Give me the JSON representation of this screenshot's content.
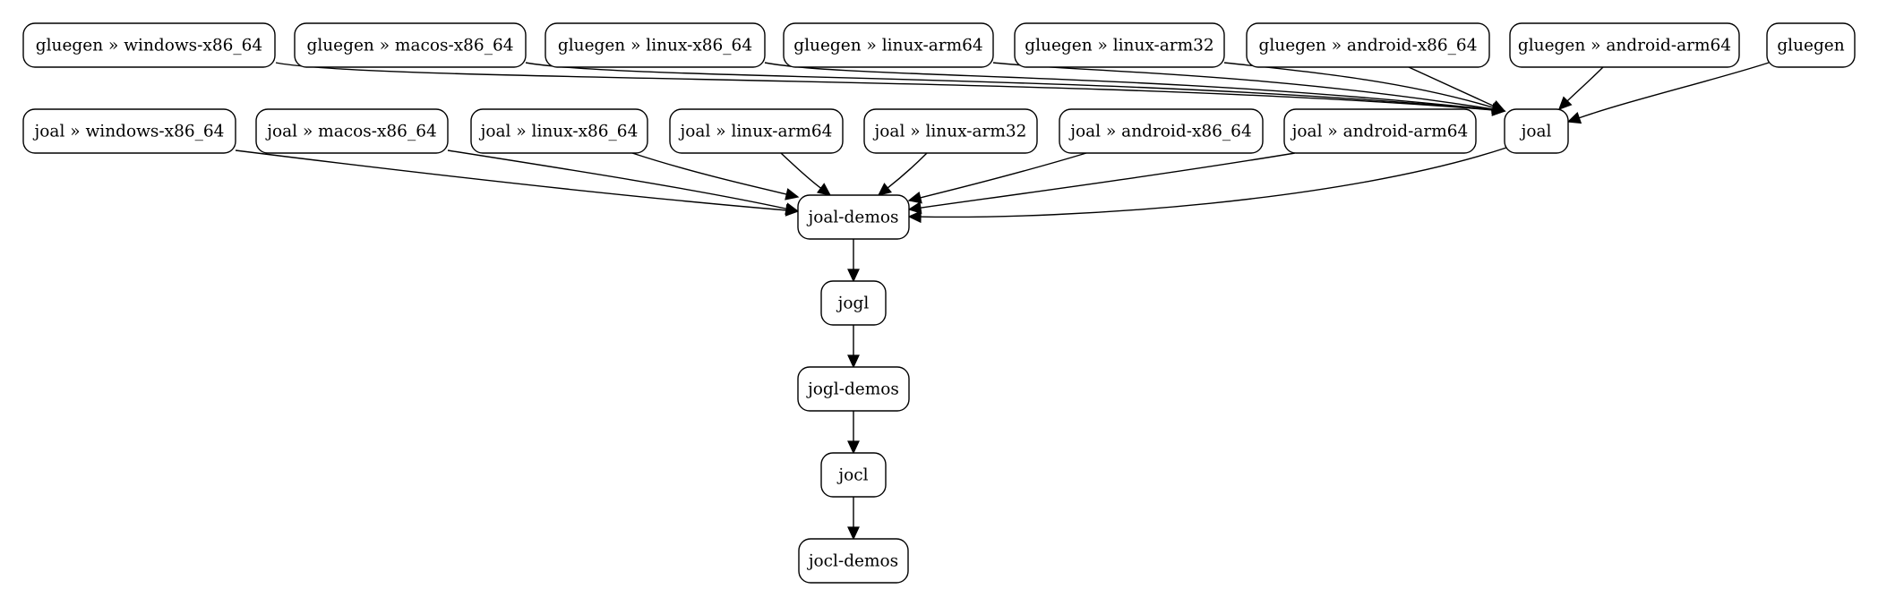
{
  "diagram": {
    "nodes": [
      {
        "id": "g_win",
        "label": "gluegen » windows-x86_64"
      },
      {
        "id": "g_mac",
        "label": "gluegen » macos-x86_64"
      },
      {
        "id": "g_lx64",
        "label": "gluegen » linux-x86_64"
      },
      {
        "id": "g_la64",
        "label": "gluegen » linux-arm64"
      },
      {
        "id": "g_la32",
        "label": "gluegen » linux-arm32"
      },
      {
        "id": "g_ax64",
        "label": "gluegen » android-x86_64"
      },
      {
        "id": "g_aa64",
        "label": "gluegen » android-arm64"
      },
      {
        "id": "gluegen",
        "label": "gluegen"
      },
      {
        "id": "j_win",
        "label": "joal » windows-x86_64"
      },
      {
        "id": "j_mac",
        "label": "joal » macos-x86_64"
      },
      {
        "id": "j_lx64",
        "label": "joal » linux-x86_64"
      },
      {
        "id": "j_la64",
        "label": "joal » linux-arm64"
      },
      {
        "id": "j_la32",
        "label": "joal » linux-arm32"
      },
      {
        "id": "j_ax64",
        "label": "joal » android-x86_64"
      },
      {
        "id": "j_aa64",
        "label": "joal » android-arm64"
      },
      {
        "id": "joal",
        "label": "joal"
      },
      {
        "id": "joal_demos",
        "label": "joal-demos"
      },
      {
        "id": "jogl",
        "label": "jogl"
      },
      {
        "id": "jogl_demos",
        "label": "jogl-demos"
      },
      {
        "id": "jocl",
        "label": "jocl"
      },
      {
        "id": "jocl_demos",
        "label": "jocl-demos"
      }
    ],
    "edges": [
      {
        "from": "g_win",
        "to": "joal"
      },
      {
        "from": "g_mac",
        "to": "joal"
      },
      {
        "from": "g_lx64",
        "to": "joal"
      },
      {
        "from": "g_la64",
        "to": "joal"
      },
      {
        "from": "g_la32",
        "to": "joal"
      },
      {
        "from": "g_ax64",
        "to": "joal"
      },
      {
        "from": "g_aa64",
        "to": "joal"
      },
      {
        "from": "gluegen",
        "to": "joal"
      },
      {
        "from": "j_win",
        "to": "joal_demos"
      },
      {
        "from": "j_mac",
        "to": "joal_demos"
      },
      {
        "from": "j_lx64",
        "to": "joal_demos"
      },
      {
        "from": "j_la64",
        "to": "joal_demos"
      },
      {
        "from": "j_la32",
        "to": "joal_demos"
      },
      {
        "from": "j_ax64",
        "to": "joal_demos"
      },
      {
        "from": "j_aa64",
        "to": "joal_demos"
      },
      {
        "from": "joal",
        "to": "joal_demos"
      },
      {
        "from": "joal_demos",
        "to": "jogl"
      },
      {
        "from": "jogl",
        "to": "jogl_demos"
      },
      {
        "from": "jogl_demos",
        "to": "jocl"
      },
      {
        "from": "jocl",
        "to": "jocl_demos"
      }
    ]
  }
}
